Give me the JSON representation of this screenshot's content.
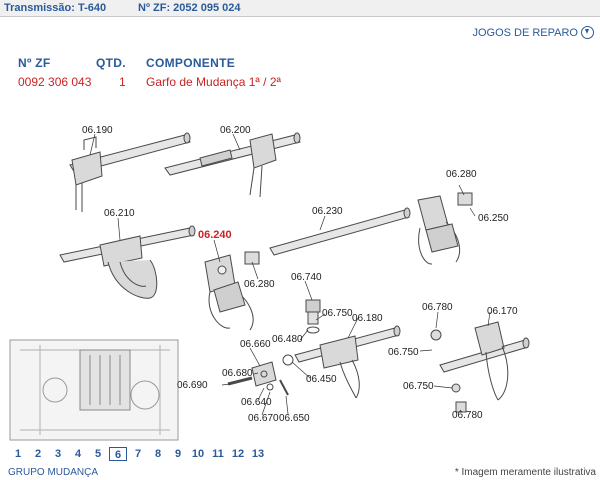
{
  "header": {
    "transmission": "Transmissão: T-640",
    "zf": "Nº ZF: 2052 095 024"
  },
  "links": {
    "repair_kits": "JOGOS DE REPARO"
  },
  "table": {
    "col_zf": "Nº ZF",
    "col_qty": "QTD.",
    "col_component": "COMPONENTE",
    "row": {
      "zf": "0092 306 043",
      "qty": "1",
      "component": "Garfo de Mudança 1ª / 2ª"
    }
  },
  "diagram": {
    "labels": {
      "p06190": "06.190",
      "p06200": "06.200",
      "p06210": "06.210",
      "p06240": "06.240",
      "p06230": "06.230",
      "p06280a": "06.280",
      "p06250": "06.250",
      "p06280b": "06.280",
      "p06740": "06.740",
      "p06750a": "06.750",
      "p06180": "06.180",
      "p06480": "06.480",
      "p06660": "06.660",
      "p06680": "06.680",
      "p06690": "06.690",
      "p06450": "06.450",
      "p06640": "06.640",
      "p06670": "06.670",
      "p06650": "06.650",
      "p06780a": "06.780",
      "p06170": "06.170",
      "p06750b": "06.750",
      "p06750c": "06.750",
      "p06780b": "06.780"
    },
    "highlight_color": "#cc2222"
  },
  "pager": {
    "pages": [
      "1",
      "2",
      "3",
      "4",
      "5",
      "6",
      "7",
      "8",
      "9",
      "10",
      "11",
      "12",
      "13"
    ],
    "active": "6"
  },
  "footer": {
    "group": "GRUPO MUDANÇA",
    "note": "* Imagem meramente ilustrativa"
  },
  "colors": {
    "accent": "#2a5a9a",
    "value": "#cc2222"
  }
}
